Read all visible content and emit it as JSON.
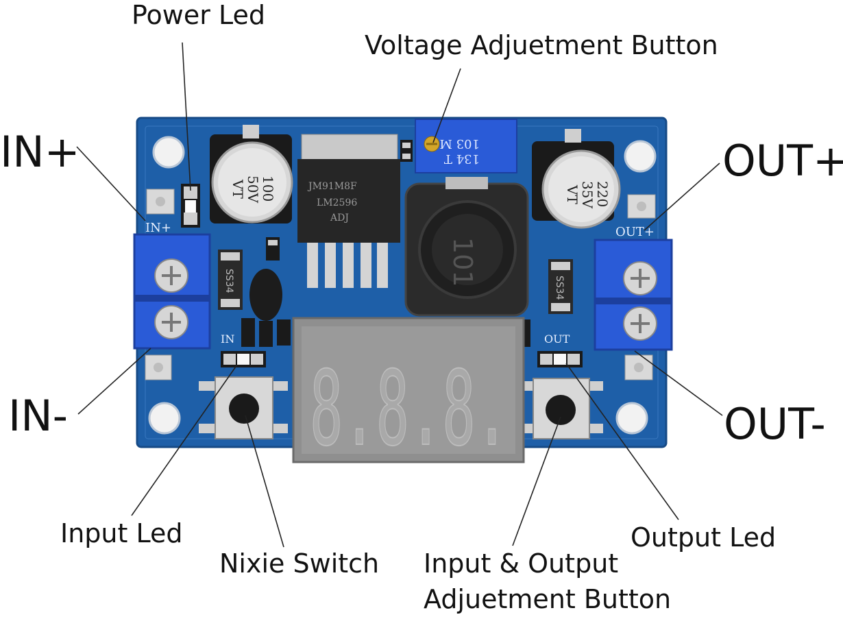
{
  "callouts": {
    "power_led": "Power Led",
    "voltage_adjustment_button": "Voltage Adjuetment Button",
    "in_plus": "IN+",
    "out_plus": "OUT+",
    "in_minus": "IN-",
    "out_minus": "OUT-",
    "input_led": "Input Led",
    "nixie_switch": "Nixie Switch",
    "io_adjustment_button_line1": "Input & Output",
    "io_adjustment_button_line2": "Adjuetment Button",
    "output_led": "Output Led"
  },
  "board": {
    "pcb_color": "#1e5fa8",
    "terminal_color": "#2a5bd7",
    "capacitor_left": {
      "value": "100",
      "voltage": "50V",
      "series": "VT"
    },
    "capacitor_right": {
      "value": "220",
      "voltage": "35V",
      "series": "VT"
    },
    "regulator_text_1": "JM91M8F",
    "regulator_text_2": "LM2596",
    "regulator_text_3": "ADJ",
    "potentiometer_text_1": "134 T",
    "potentiometer_text_2": "103 M",
    "inductor_text": "101",
    "diode_left": "SS34",
    "diode_right": "SS34",
    "silk_in_plus": "IN+",
    "silk_out_plus": "OUT+",
    "silk_in": "IN",
    "silk_out": "OUT",
    "display_digits": "8.8.8."
  }
}
